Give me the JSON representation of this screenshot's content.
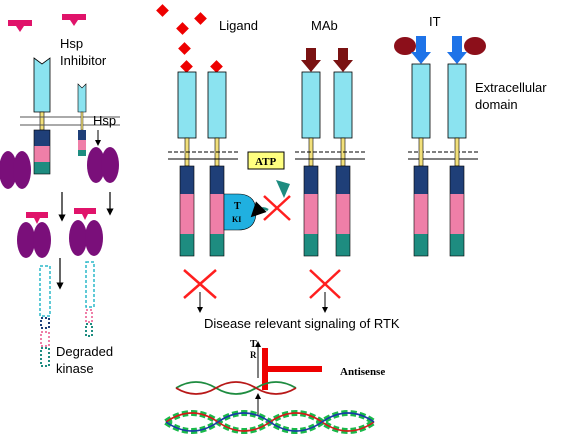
{
  "labels": {
    "hsp_inhibitor_line1": "Hsp",
    "hsp_inhibitor_line2": "Inhibitor",
    "hsp": "Hsp",
    "degraded_line1": "Degraded",
    "degraded_line2": "kinase",
    "ligand": "Ligand",
    "mab": "MAb",
    "it": "IT",
    "extracellular_line1": "Extracellular",
    "extracellular_line2": "domain",
    "atp": "ATP",
    "tki_line1": "T",
    "tki_line2": "KI",
    "disease_signaling": "Disease relevant signaling of RTK",
    "tr_line1": "T",
    "tr_line2": "R",
    "antisense": "Antisense"
  },
  "colors": {
    "extracellular": "#8be3f0",
    "transmembrane": "#f2e07a",
    "kinase_blue": "#1f3f78",
    "kinase_pink": "#ef7fa8",
    "kinase_teal": "#1e8c80",
    "hsp": "#7a0f7a",
    "inhibitor": "#e0136a",
    "ligand": "#ee0000",
    "mab": "#7a1212",
    "immunotoxin_arrow": "#1e73e8",
    "immunotoxin_ball": "#8c0f1a",
    "tki": "#20b0e0",
    "atp_box": "#ffff80",
    "block_x": "#ff1f1f",
    "antisense_bar": "#ee0000"
  },
  "icons": [
    "hsp-inhibitor-icon",
    "ligand-diamond-icon",
    "antibody-arrow-icon",
    "immunotoxin-icon",
    "tki-icon",
    "blocked-x-icon",
    "dna-helix-icon",
    "mrna-strand-icon"
  ]
}
